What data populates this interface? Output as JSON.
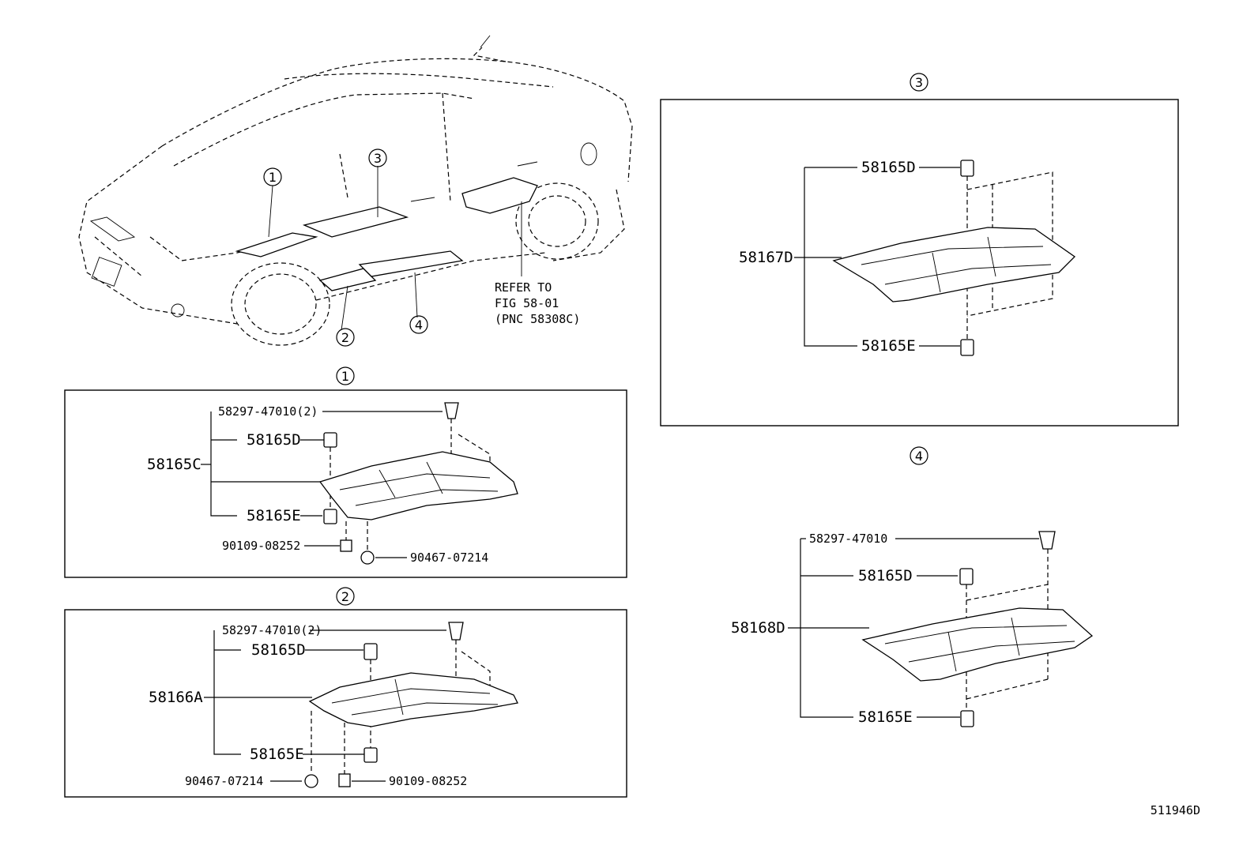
{
  "overview": {
    "callouts": [
      "1",
      "2",
      "3",
      "4"
    ],
    "refer_lines": [
      "REFER TO",
      "FIG 58-01",
      "(PNC 58308C)"
    ]
  },
  "section1": {
    "number": "1",
    "group_part": "58165C",
    "parts": {
      "clip": "58297-47010(2)",
      "nut_top": "58165D",
      "nut_bottom": "58165E",
      "bolt": "90109-08252",
      "clip2": "90467-07214"
    }
  },
  "section2": {
    "number": "2",
    "group_part": "58166A",
    "parts": {
      "clip": "58297-47010(2)",
      "nut_top": "58165D",
      "nut_bottom": "58165E",
      "clip2": "90467-07214",
      "bolt": "90109-08252"
    }
  },
  "section3": {
    "number": "3",
    "group_part": "58167D",
    "parts": {
      "nut_top": "58165D",
      "nut_bottom": "58165E"
    }
  },
  "section4": {
    "number": "4",
    "group_part": "58168D",
    "parts": {
      "clip": "58297-47010",
      "nut_top": "58165D",
      "nut_bottom": "58165E"
    }
  },
  "footer": {
    "diagram_id": "511946D"
  }
}
